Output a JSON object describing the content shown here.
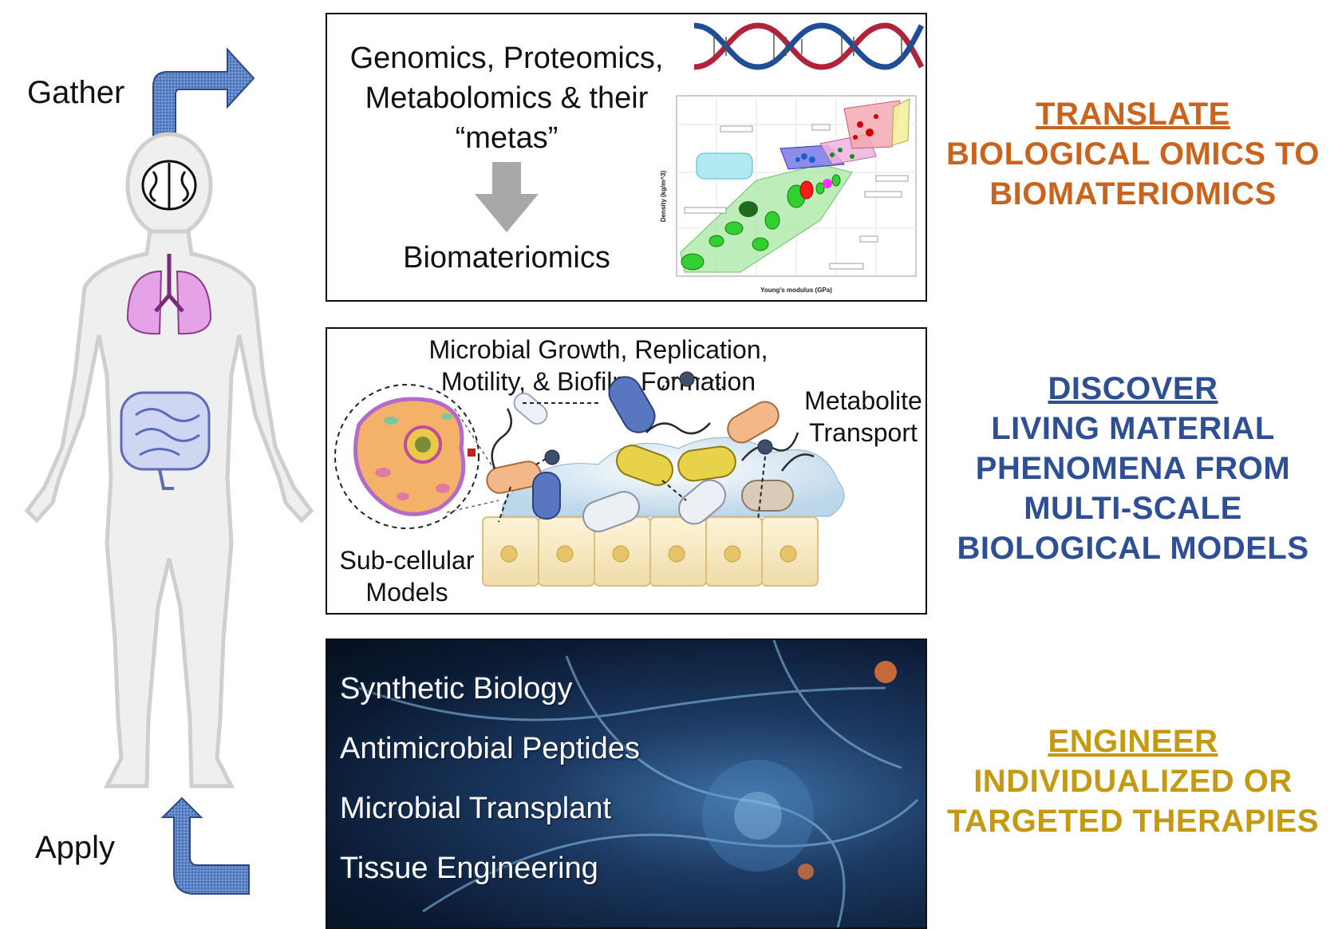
{
  "left": {
    "gather_label": "Gather",
    "apply_label": "Apply"
  },
  "panel_top": {
    "line1": "Genomics, Proteomics,",
    "line2": "Metabolomics & their",
    "line3": "“metas”",
    "result": "Biomateriomics",
    "chart_ylabel": "Density (kg/m^3)",
    "chart_xlabel": "Young's modulus (GPa)"
  },
  "panel_mid": {
    "title_line1": "Microbial Growth, Replication,",
    "title_line2": "Motility, & Biofilm Formation",
    "metabolite_line1": "Metabolite",
    "metabolite_line2": "Transport",
    "subcell_line1": "Sub-cellular",
    "subcell_line2": "Models"
  },
  "panel_bottom": {
    "therapies": [
      "Synthetic Biology",
      "Antimicrobial Peptides",
      "Microbial Transplant",
      "Tissue Engineering"
    ]
  },
  "right": {
    "translate": {
      "heading": "TRANSLATE",
      "line1": "BIOLOGICAL OMICS TO",
      "line2": "BIOMATERIOMICS",
      "color": "#c8641e"
    },
    "discover": {
      "heading": "DISCOVER",
      "line1": "LIVING MATERIAL",
      "line2": "PHENOMENA FROM",
      "line3": "MULTI-SCALE",
      "line4": "BIOLOGICAL MODELS",
      "color": "#2f4f94"
    },
    "engineer": {
      "heading": "ENGINEER",
      "line1": "INDIVIDUALIZED OR",
      "line2": "TARGETED THERAPIES",
      "color": "#c49a12"
    }
  }
}
